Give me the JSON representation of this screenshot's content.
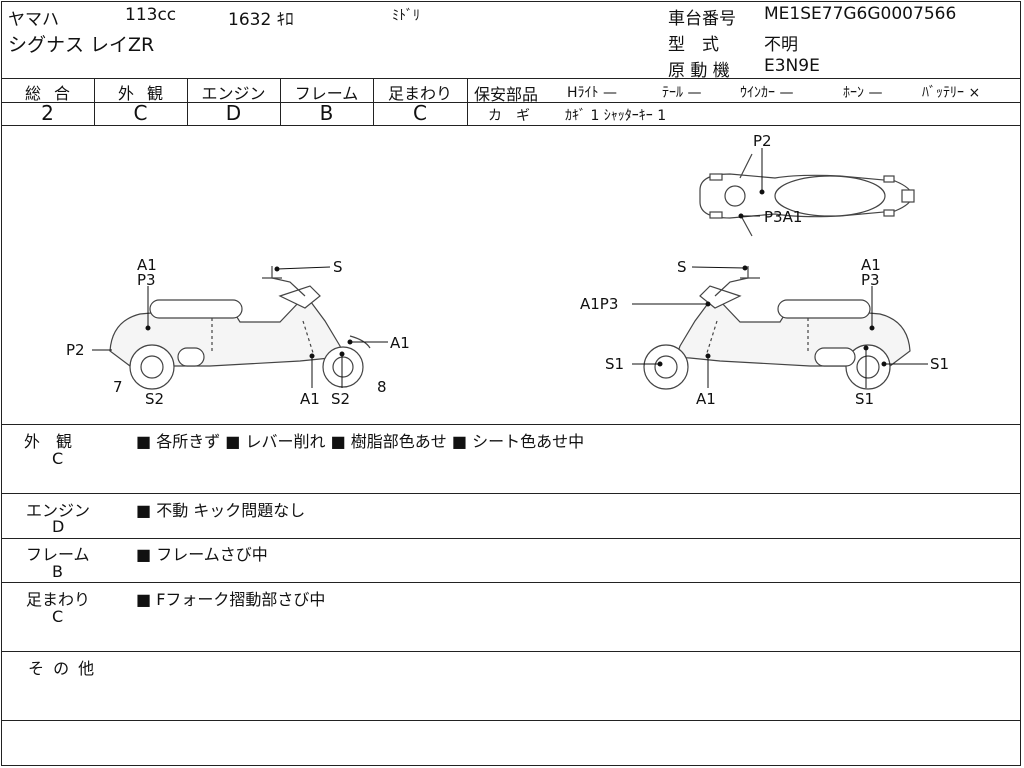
{
  "header": {
    "maker": "ヤマハ",
    "cc": "113cc",
    "km": "1632 ｷﾛ",
    "color": "ﾐﾄﾞﾘ",
    "model": "シグナス レイZR",
    "frame_label": "車台番号",
    "frame_no": "ME1SE77G6G0007566",
    "type_label": "型　式",
    "type_value": "不明",
    "engine_label": "原 動 機",
    "engine_value": "E3N9E"
  },
  "grades": {
    "overall_label": "総 合",
    "overall": "2",
    "exterior_label": "外 観",
    "exterior": "C",
    "engine_label": "エンジン",
    "engine": "D",
    "frame_label": "フレーム",
    "frame": "B",
    "suspension_label": "足まわり",
    "suspension": "C"
  },
  "safety": {
    "label": "保安部品",
    "headlight": "Hﾗｲﾄ —",
    "tail": "ﾃｰﾙ —",
    "winker": "ｳｲﾝｶｰ —",
    "horn": "ﾎｰﾝ —",
    "battery": "ﾊﾞｯﾃﾘｰ ×",
    "key_label": "カ　ギ",
    "key_value": "ｶｷﾞ 1 ｼｬｯﾀｰｷｰ 1"
  },
  "diagram_labels": {
    "top_p2": "P2",
    "top_p3a1": "P3A1",
    "l_s": "S",
    "l_a1": "A1",
    "l_p3": "P3",
    "l_p2": "P2",
    "l_7": "7",
    "l_s2": "S2",
    "l_a1_front": "A1",
    "l_a1_bottom": "A1",
    "l_s2_bottom": "S2",
    "l_8": "8",
    "r_s": "S",
    "r_a1": "A1",
    "r_p3": "P3",
    "r_a1p3": "A1P3",
    "r_s1_left": "S1",
    "r_a1_bottom": "A1",
    "r_s1_right": "S1",
    "r_s1_bottom": "S1"
  },
  "sections": {
    "exterior_label": "外　観",
    "exterior_grade": "C",
    "exterior_note": "■ 各所きず ■ レバー削れ ■ 樹脂部色あせ ■ シート色あせ中",
    "engine_label": "エンジン",
    "engine_grade": "D",
    "engine_note": "■ 不動 キック問題なし",
    "frame_label": "フレーム",
    "frame_grade": "B",
    "frame_note": "■ フレームさび中",
    "suspension_label": "足まわり",
    "suspension_grade": "C",
    "suspension_note": "■ Fフォーク摺動部さび中",
    "other_label": "そ の 他"
  }
}
